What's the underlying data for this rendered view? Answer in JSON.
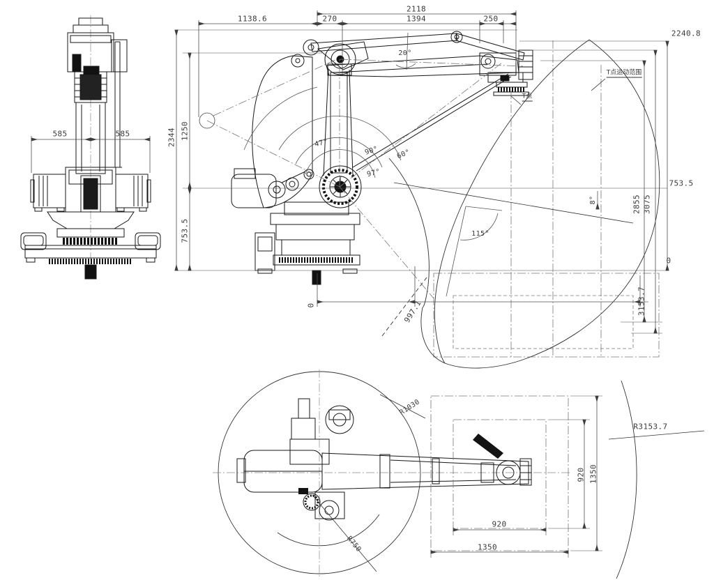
{
  "drawing": {
    "front_view": {
      "dim_585_left": "585",
      "dim_585_right": "585"
    },
    "side_view": {
      "dim_2118": "2118",
      "dim_1138_6": "1138.6",
      "dim_270": "270",
      "dim_1394": "1394",
      "dim_250": "250",
      "dim_2240_8": "2240.8",
      "dim_2344": "2344",
      "dim_1250": "1250",
      "dim_753_5_left": "753.5",
      "dim_753_5_right": "753.5",
      "dim_2855": "2855",
      "dim_3075": "3075",
      "dim_0_right": "0",
      "dim_0_bottom": "0",
      "dim_997_1": "997.1",
      "dim_3153_7": "3153.7",
      "angle_20": "20°",
      "angle_47": "47°",
      "angle_90": "90°",
      "angle_60": "60°",
      "angle_97": "97°",
      "angle_115": "115°",
      "angle_8": "8°",
      "label_t_point": "T点",
      "label_t_range": "T点运动范围"
    },
    "top_view": {
      "dim_r1030": "R1030",
      "dim_r3153_7": "R3153.7",
      "dim_r750": "R750",
      "dim_920_v": "920",
      "dim_1350_v": "1350",
      "dim_920_h": "920",
      "dim_1350_h": "1350"
    }
  }
}
